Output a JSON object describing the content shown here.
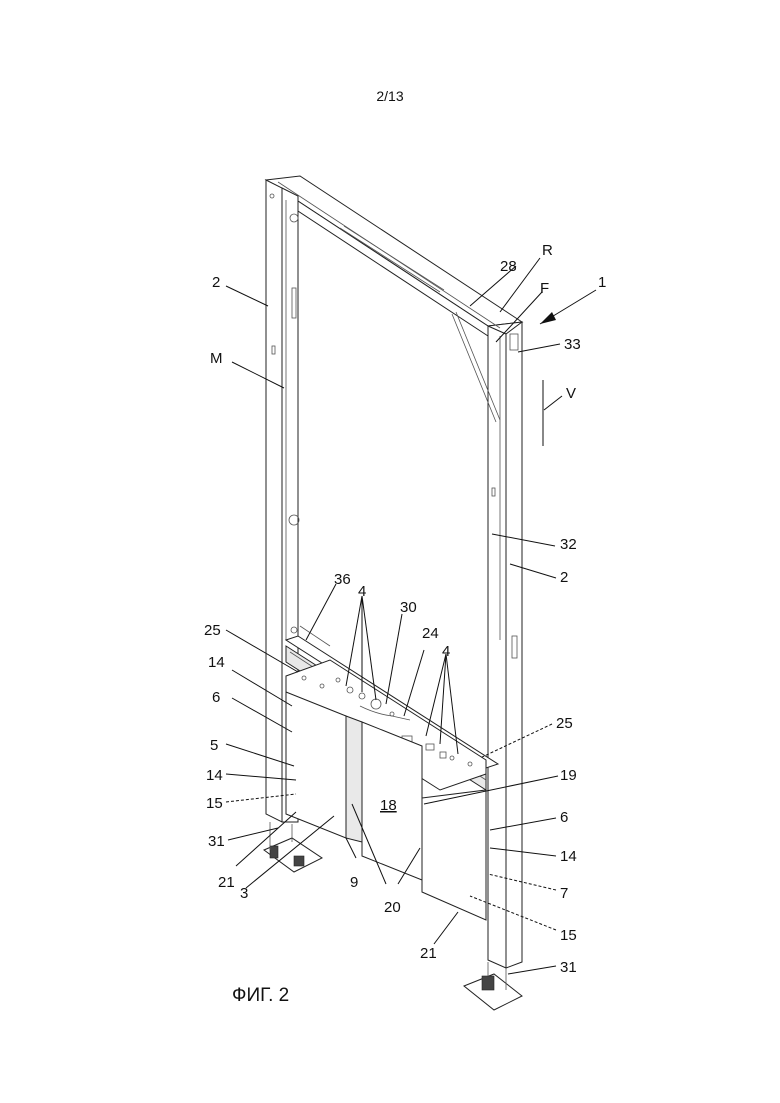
{
  "page_number": "2/13",
  "caption": "ФИГ. 2",
  "labels": {
    "l1": "1",
    "l2a": "2",
    "l2b": "2",
    "lM": "M",
    "l28": "28",
    "lR": "R",
    "lF": "F",
    "l33": "33",
    "lV": "V",
    "l32": "32",
    "l36": "36",
    "l4a": "4",
    "l4b": "4",
    "l30": "30",
    "l24": "24",
    "l25a": "25",
    "l25b": "25",
    "l14a": "14",
    "l14b": "14",
    "l14c": "14",
    "l6a": "6",
    "l6b": "6",
    "l5": "5",
    "l15a": "15",
    "l15b": "15",
    "l19": "19",
    "l18": "18",
    "l31a": "31",
    "l31b": "31",
    "l21a": "21",
    "l21b": "21",
    "l3": "3",
    "l9": "9",
    "l20": "20",
    "l7": "7"
  }
}
